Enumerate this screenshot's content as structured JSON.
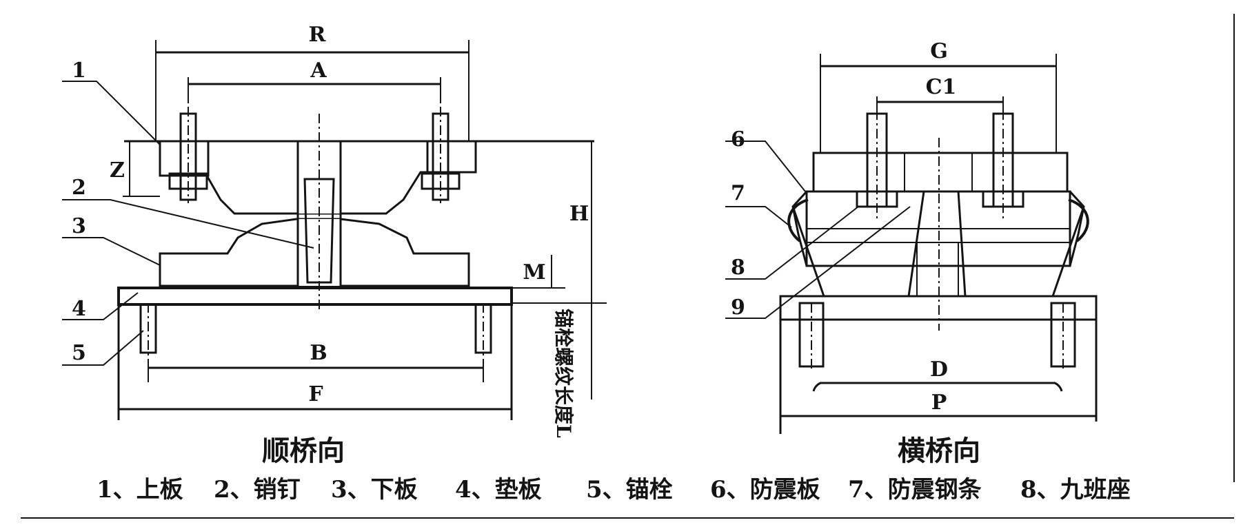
{
  "diagram": {
    "longitudinal_view": {
      "title": "顺桥向",
      "dimension_labels": {
        "R": "R",
        "A": "A",
        "Z": "Z",
        "H": "H",
        "M": "M",
        "B": "B",
        "F": "F",
        "thread_length": "锚栓螺纹长度L"
      },
      "callouts": [
        "1",
        "2",
        "3",
        "4",
        "5"
      ]
    },
    "transverse_view": {
      "title": "横桥向",
      "dimension_labels": {
        "G": "G",
        "C1": "C1",
        "D": "D",
        "P": "P"
      },
      "callouts": [
        "6",
        "7",
        "8",
        "9"
      ]
    },
    "legend": [
      "1、上板",
      "2、销钉",
      "3、下板",
      "4、垫板",
      "5、锚栓",
      "6、防震板",
      "7、防震钢条",
      "8、九班座"
    ]
  }
}
